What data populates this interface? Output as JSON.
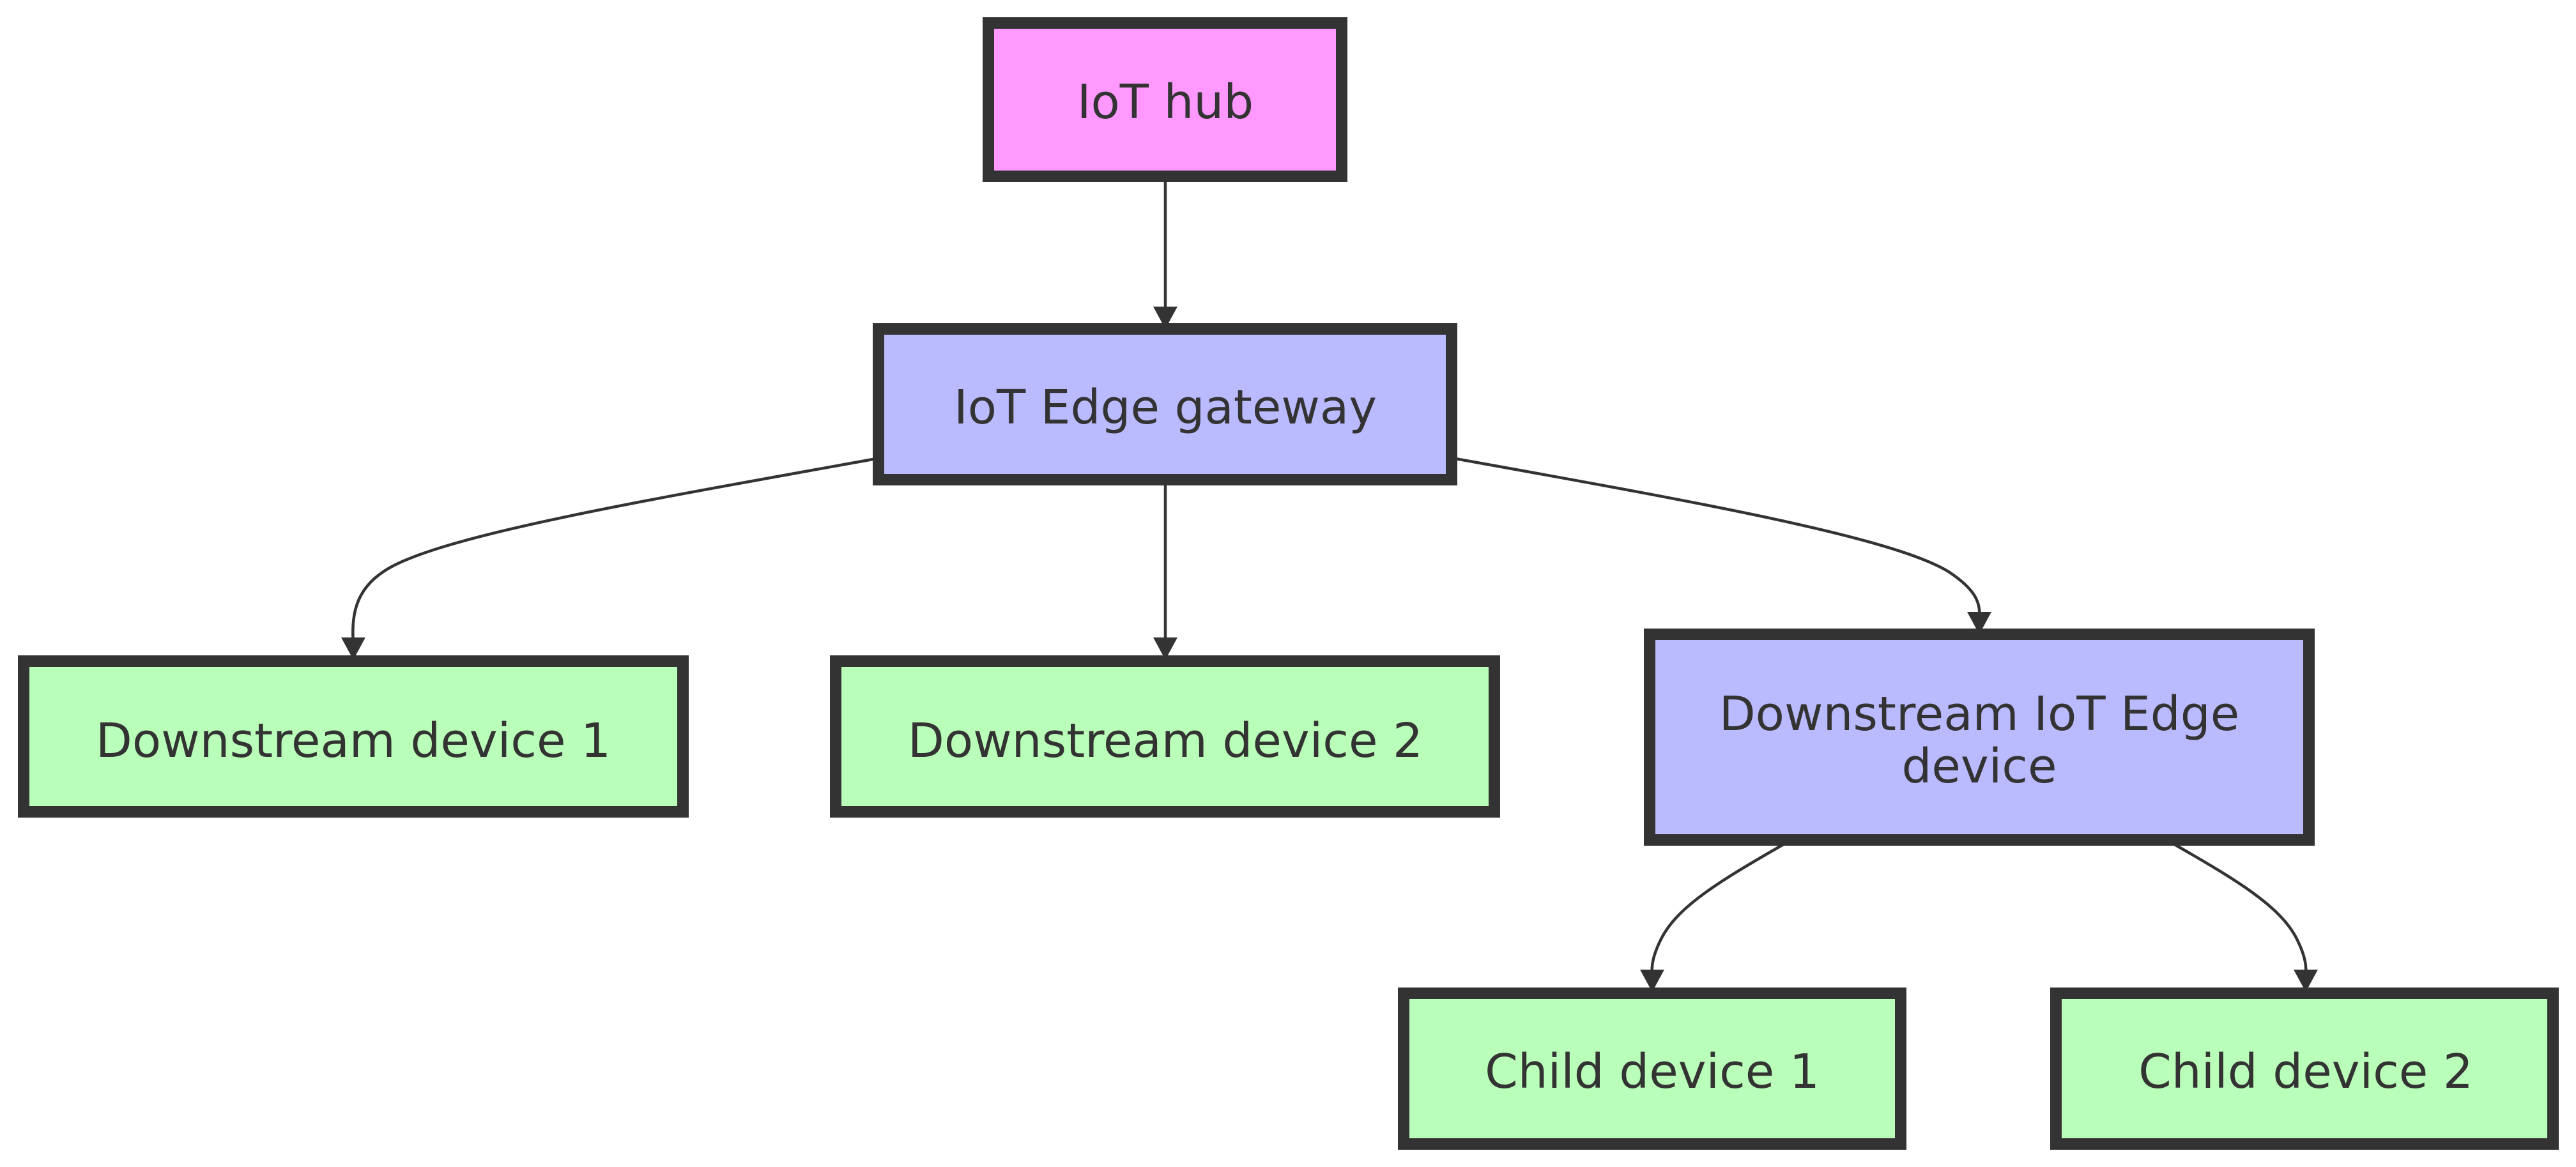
{
  "colors": {
    "hub": "#ff99ff",
    "gateway": "#babaff",
    "leaf": "#b9ffb9",
    "stroke": "#333333",
    "background": "#ffffff"
  },
  "nodes": {
    "iot_hub": {
      "label": "IoT hub",
      "kind": "hub"
    },
    "iot_edge_gateway": {
      "label": "IoT Edge gateway",
      "kind": "gateway"
    },
    "downstream_device_1": {
      "label": "Downstream device 1",
      "kind": "leaf"
    },
    "downstream_device_2": {
      "label": "Downstream device 2",
      "kind": "leaf"
    },
    "downstream_iot_edge_device": {
      "label_line1": "Downstream IoT Edge",
      "label_line2": "device",
      "kind": "gateway"
    },
    "child_device_1": {
      "label": "Child device 1",
      "kind": "leaf"
    },
    "child_device_2": {
      "label": "Child device 2",
      "kind": "leaf"
    }
  },
  "edges": [
    {
      "from": "iot_hub",
      "to": "iot_edge_gateway"
    },
    {
      "from": "iot_edge_gateway",
      "to": "downstream_device_1"
    },
    {
      "from": "iot_edge_gateway",
      "to": "downstream_device_2"
    },
    {
      "from": "iot_edge_gateway",
      "to": "downstream_iot_edge_device"
    },
    {
      "from": "downstream_iot_edge_device",
      "to": "child_device_1"
    },
    {
      "from": "downstream_iot_edge_device",
      "to": "child_device_2"
    }
  ]
}
